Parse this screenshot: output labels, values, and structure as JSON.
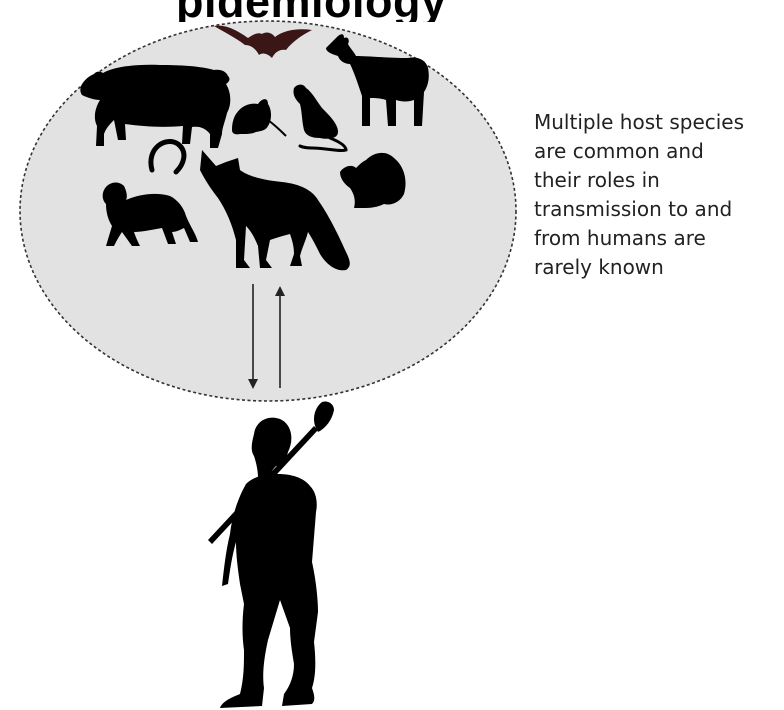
{
  "title": {
    "text": "Multiple host species: complex epidemiology",
    "visible_fragment": "pidemiology"
  },
  "colors": {
    "circle_fill": "#e2e2e2",
    "circle_border": "#333333",
    "silhouette": "#000000",
    "bat": "#3b1616",
    "arrow": "#222222",
    "caption_text": "#222222"
  },
  "icons": {
    "animals": [
      "bat-icon",
      "pig-icon",
      "mouse-icon",
      "rat-icon",
      "goat-icon",
      "monkey-icon",
      "fox-icon",
      "squirrel-icon"
    ],
    "human": "human-with-tool-icon",
    "arrows": [
      "arrow-down-icon",
      "arrow-up-icon"
    ]
  },
  "caption": {
    "lines": [
      "Multiple host species",
      "are common and",
      "their roles in",
      "transmission to and",
      "from humans are",
      "rarely known"
    ]
  }
}
